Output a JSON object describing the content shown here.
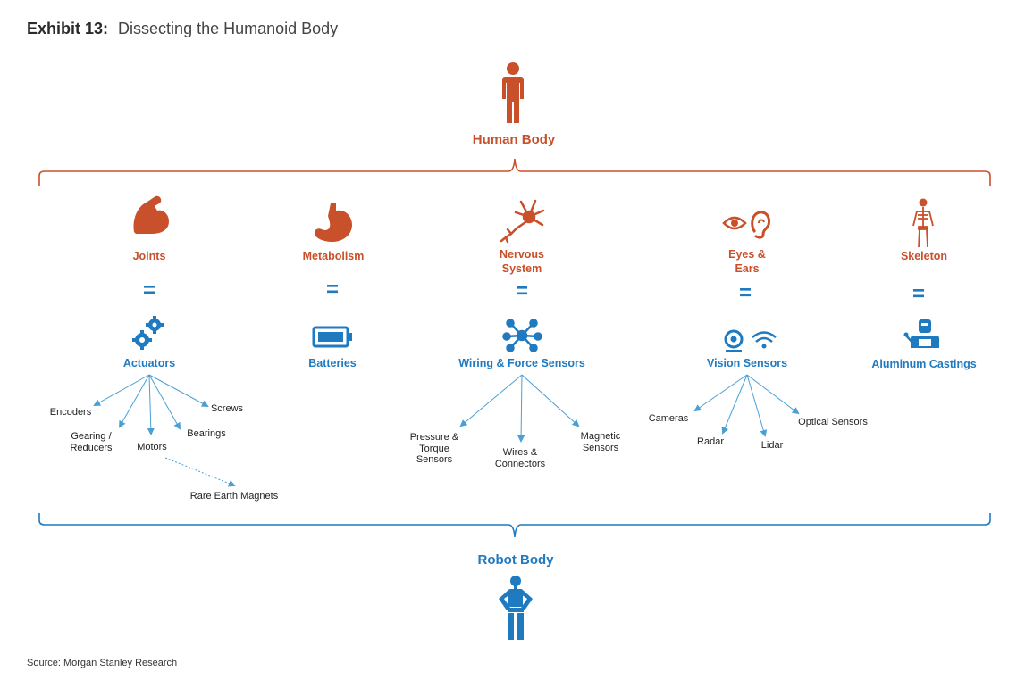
{
  "exhibit": {
    "label": "Exhibit 13:",
    "title": "Dissecting the Humanoid Body"
  },
  "top": {
    "label": "Human Body"
  },
  "bottom": {
    "label": "Robot Body"
  },
  "columns": [
    {
      "human": [
        "Joints"
      ],
      "robot": [
        "Actuators"
      ],
      "human_icon": "bicep-icon",
      "robot_icon": "gears-icon",
      "subs": [
        [
          "Encoders"
        ],
        [
          "Gearing /",
          "Reducers"
        ],
        [
          "Motors"
        ],
        [
          "Bearings"
        ],
        [
          "Screws"
        ]
      ],
      "extra": [
        "Rare Earth Magnets"
      ]
    },
    {
      "human": [
        "Metabolism"
      ],
      "robot": [
        "Batteries"
      ],
      "human_icon": "stomach-icon",
      "robot_icon": "battery-icon",
      "subs": []
    },
    {
      "human": [
        "Nervous",
        "System"
      ],
      "robot": [
        "Wiring & Force Sensors"
      ],
      "human_icon": "neuron-icon",
      "robot_icon": "network-icon",
      "subs": [
        [
          "Pressure &",
          "Torque",
          "Sensors"
        ],
        [
          "Wires &",
          "Connectors"
        ],
        [
          "Magnetic",
          "Sensors"
        ]
      ]
    },
    {
      "human": [
        "Eyes &",
        "Ears"
      ],
      "robot": [
        "Vision Sensors"
      ],
      "human_icon": "eye-ear-icon",
      "robot_icon": "camera-wifi-icon",
      "subs": [
        [
          "Cameras"
        ],
        [
          "Radar"
        ],
        [
          "Lidar"
        ],
        [
          "Optical Sensors"
        ]
      ]
    },
    {
      "human": [
        "Skeleton"
      ],
      "robot": [
        "Aluminum Castings"
      ],
      "human_icon": "skeleton-icon",
      "robot_icon": "welder-icon",
      "subs": []
    }
  ],
  "equals": "=",
  "source": "Source: Morgan Stanley Research",
  "colors": {
    "human": "#C8502A",
    "robot": "#1F7AC0",
    "text": "#222222"
  }
}
